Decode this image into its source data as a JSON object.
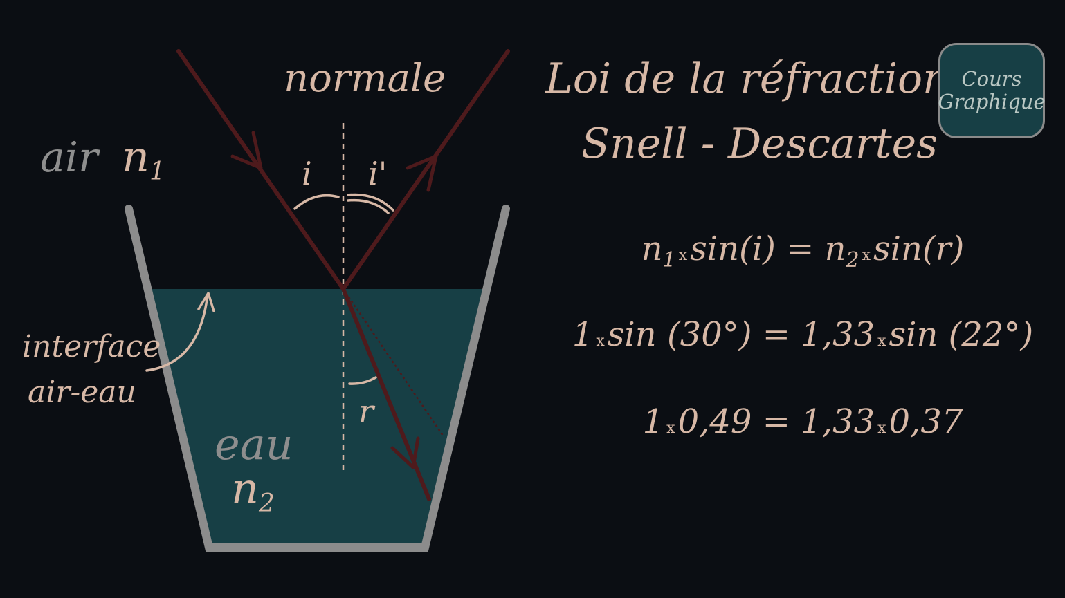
{
  "title": {
    "line1": "Loi de la réfraction de",
    "line2": "Snell - Descartes"
  },
  "logo": {
    "line1": "Cours",
    "line2": "Graphique"
  },
  "labels": {
    "normale": "normale",
    "air": "air",
    "n": "n",
    "n1_sub": "1",
    "n2_sub": "2",
    "eau": "eau",
    "angle_i": "i",
    "angle_i_prime": "i'",
    "angle_r": "r",
    "interface_line1": "interface",
    "interface_line2": "air-eau"
  },
  "equations": {
    "eq1": {
      "n1": "n",
      "n1_sub": "1",
      "times": "x",
      "sin_i": "sin(i) = ",
      "n2": "n",
      "n2_sub": "2",
      "sin_r": "sin(r)"
    },
    "eq2": {
      "a": "1",
      "times": "x",
      "left": "sin (30°) = 1,33",
      "right": "sin (22°)"
    },
    "eq3": {
      "a": "1",
      "times": "x",
      "left": "0,49 = 1,33",
      "right": "0,37"
    }
  },
  "colors": {
    "background": "#0b0e13",
    "water": "#173f45",
    "glass": "#8c8c8c",
    "ray": "#4e1a1c",
    "text": "#d7b8a6",
    "label_gray": "#8e8e8e"
  }
}
